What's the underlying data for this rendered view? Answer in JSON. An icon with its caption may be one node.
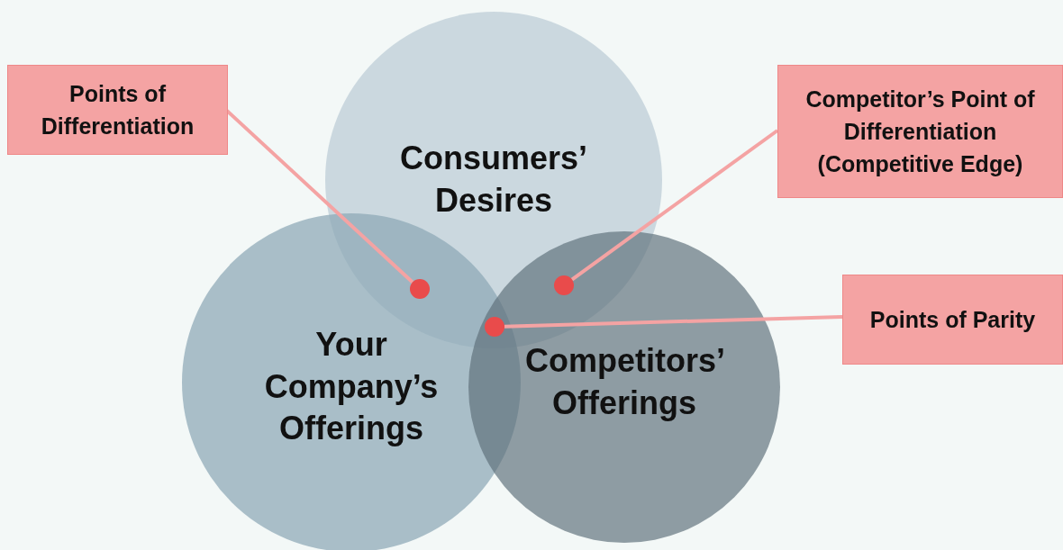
{
  "diagram": {
    "nodes": [
      {
        "text": [
          "Points of Differentiation"
        ]
      },
      {
        "text": [
          "Consumers’ Desires"
        ]
      },
      {
        "text": [
          "Competitor’s Point of Differentiation (Competitive Edge)"
        ]
      },
      {
        "text": [
          "Points of Parity"
        ]
      },
      {
        "text": [
          "Your Company’s Offerings"
        ]
      },
      {
        "text": [
          "Competitors’ Offerings"
        ]
      },
      {
        "text": [],
        "shape": "circle"
      },
      {
        "text": [],
        "shape": "circle"
      },
      {
        "text": [],
        "shape": "circle"
      }
    ],
    "edges": [
      {
        "from": 0,
        "to": 6,
        "arrow": "none"
      },
      {
        "from": 2,
        "to": 7,
        "arrow": "none"
      },
      {
        "from": 3,
        "to": 8,
        "arrow": "none"
      }
    ]
  }
}
